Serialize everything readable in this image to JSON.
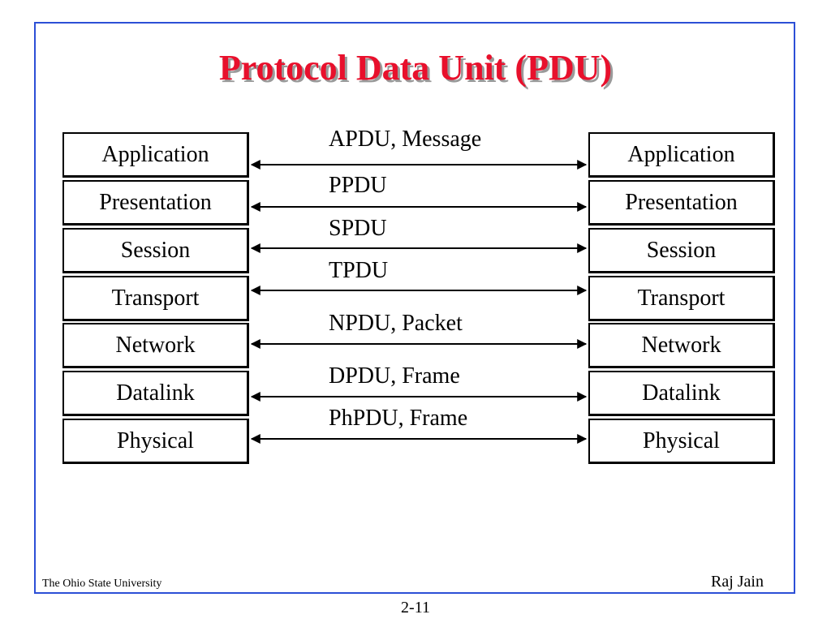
{
  "title": "Protocol Data Unit (PDU)",
  "left_stack": [
    {
      "label": "Application"
    },
    {
      "label": "Presentation"
    },
    {
      "label": "Session"
    },
    {
      "label": "Transport"
    },
    {
      "label": "Network"
    },
    {
      "label": "Datalink"
    },
    {
      "label": "Physical"
    }
  ],
  "right_stack": [
    {
      "label": "Application"
    },
    {
      "label": "Presentation"
    },
    {
      "label": "Session"
    },
    {
      "label": "Transport"
    },
    {
      "label": "Network"
    },
    {
      "label": "Datalink"
    },
    {
      "label": "Physical"
    }
  ],
  "pdus": [
    {
      "label": "APDU, Message"
    },
    {
      "label": "PPDU"
    },
    {
      "label": "SPDU"
    },
    {
      "label": "TPDU"
    },
    {
      "label": "NPDU, Packet"
    },
    {
      "label": "DPDU, Frame"
    },
    {
      "label": "PhPDU, Frame"
    }
  ],
  "footer": {
    "left": "The Ohio State University",
    "right": "Raj Jain",
    "page": "2-11"
  },
  "colors": {
    "title": "#e8102c",
    "frame": "#2c4fd6"
  }
}
